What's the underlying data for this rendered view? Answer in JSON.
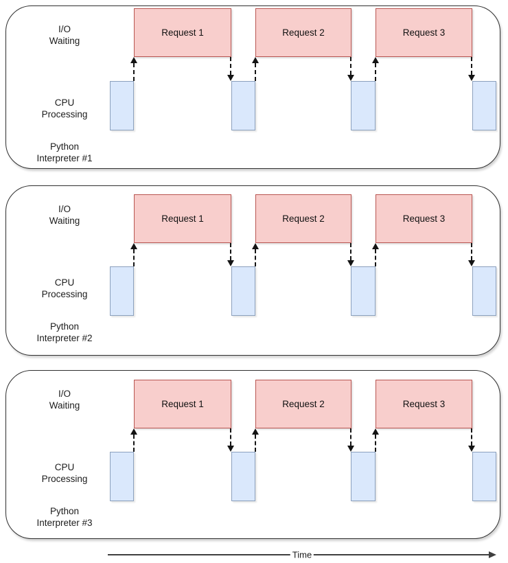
{
  "colors": {
    "request_fill": "#f8cecc",
    "request_border": "#b85450",
    "cpu_fill": "#dae8fc",
    "cpu_border": "#8ba0bd",
    "panel_border": "#2e2e2e",
    "arrow": "#141414",
    "axis": "#3f3f3f"
  },
  "panels": [
    {
      "io_label": "I/O\nWaiting",
      "cpu_label": "CPU\nProcessing",
      "name_label": "Python\nInterpreter #1",
      "requests": [
        "Request 1",
        "Request 2",
        "Request 3"
      ]
    },
    {
      "io_label": "I/O\nWaiting",
      "cpu_label": "CPU\nProcessing",
      "name_label": "Python\nInterpreter #2",
      "requests": [
        "Request 1",
        "Request 2",
        "Request 3"
      ]
    },
    {
      "io_label": "I/O\nWaiting",
      "cpu_label": "CPU\nProcessing",
      "name_label": "Python\nInterpreter #3",
      "requests": [
        "Request 1",
        "Request 2",
        "Request 3"
      ]
    }
  ],
  "time_axis": {
    "label": "Time"
  }
}
